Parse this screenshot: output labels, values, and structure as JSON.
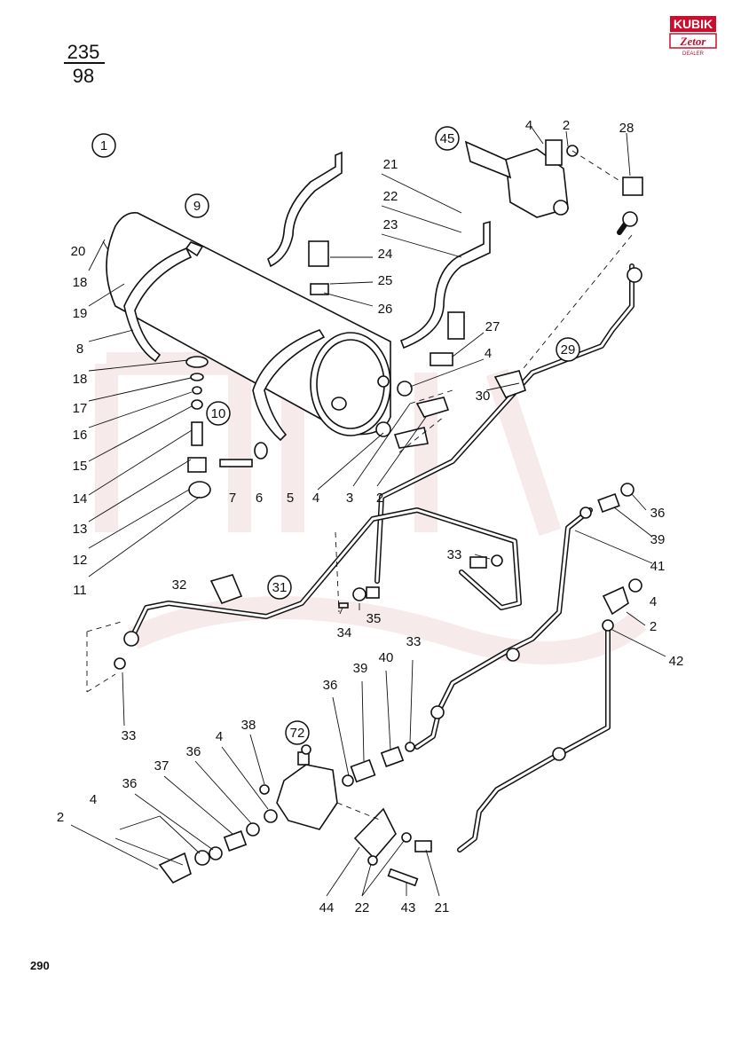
{
  "page": {
    "ref_top": "235",
    "ref_bottom": "98",
    "page_number": "290",
    "logo_brand": "KUBIK",
    "logo_sub": "Zetor",
    "logo_tag": "DEALER",
    "accent_color": "#c8102e"
  },
  "circled_labels": [
    "1",
    "9",
    "45",
    "10",
    "29",
    "31",
    "72"
  ],
  "part_labels": [
    "20",
    "18",
    "19",
    "8",
    "18",
    "17",
    "16",
    "15",
    "14",
    "13",
    "12",
    "11",
    "7",
    "6",
    "5",
    "4",
    "3",
    "2",
    "21",
    "22",
    "23",
    "24",
    "25",
    "26",
    "27",
    "4",
    "30",
    "28",
    "4",
    "2",
    "32",
    "33",
    "35",
    "34",
    "36",
    "39",
    "41",
    "4",
    "2",
    "42",
    "33",
    "38",
    "36",
    "39",
    "40",
    "33",
    "4",
    "36",
    "37",
    "36",
    "4",
    "2",
    "44",
    "22",
    "43",
    "21"
  ]
}
